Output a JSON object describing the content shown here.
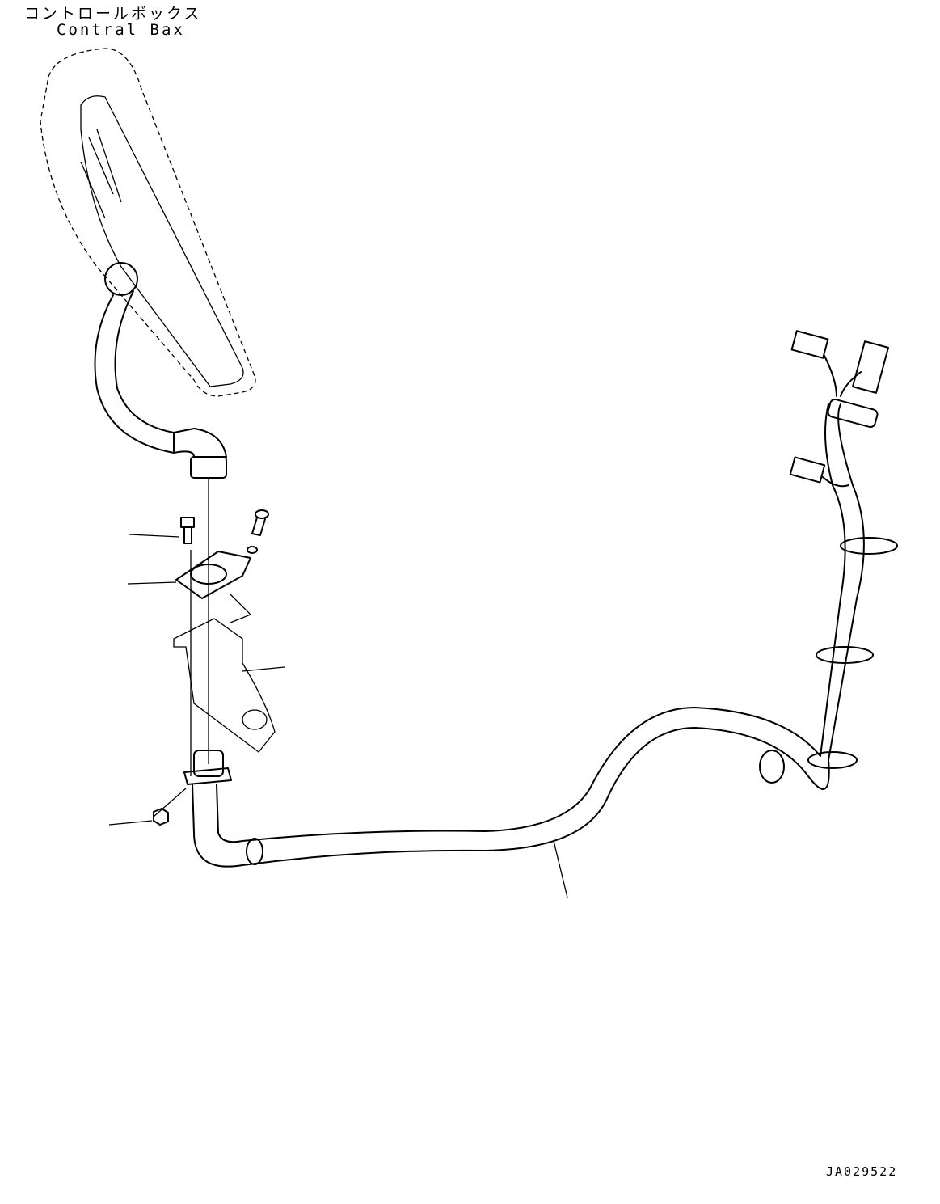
{
  "title": {
    "japanese": "コントロールボックス",
    "english": "Contral Bax"
  },
  "drawing_number": "JA029522"
}
